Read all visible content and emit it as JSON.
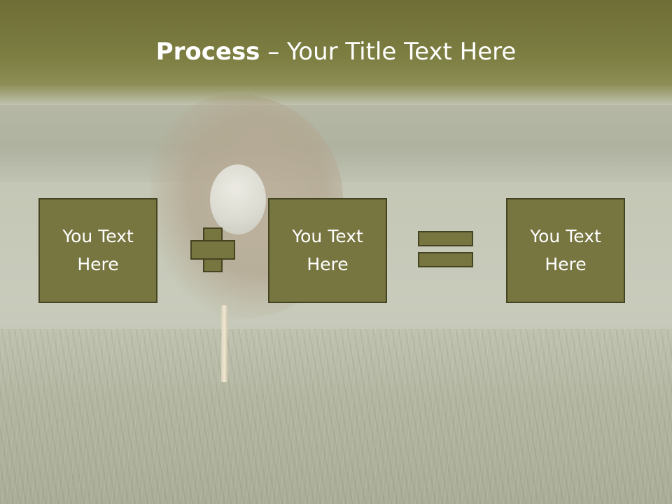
{
  "slide": {
    "title_bold": "Process",
    "title_rest": " – Your Title Text Here",
    "boxes": [
      {
        "line1": "You Text",
        "line2": "Here"
      },
      {
        "line1": "You Text",
        "line2": "Here"
      },
      {
        "line1": "You Text",
        "line2": "Here"
      }
    ],
    "operators": [
      "plus-icon",
      "equals-icon"
    ],
    "colors": {
      "header": "#7d7e42",
      "box_fill": "#777540",
      "box_border": "#454422",
      "text": "#ffffff"
    }
  }
}
